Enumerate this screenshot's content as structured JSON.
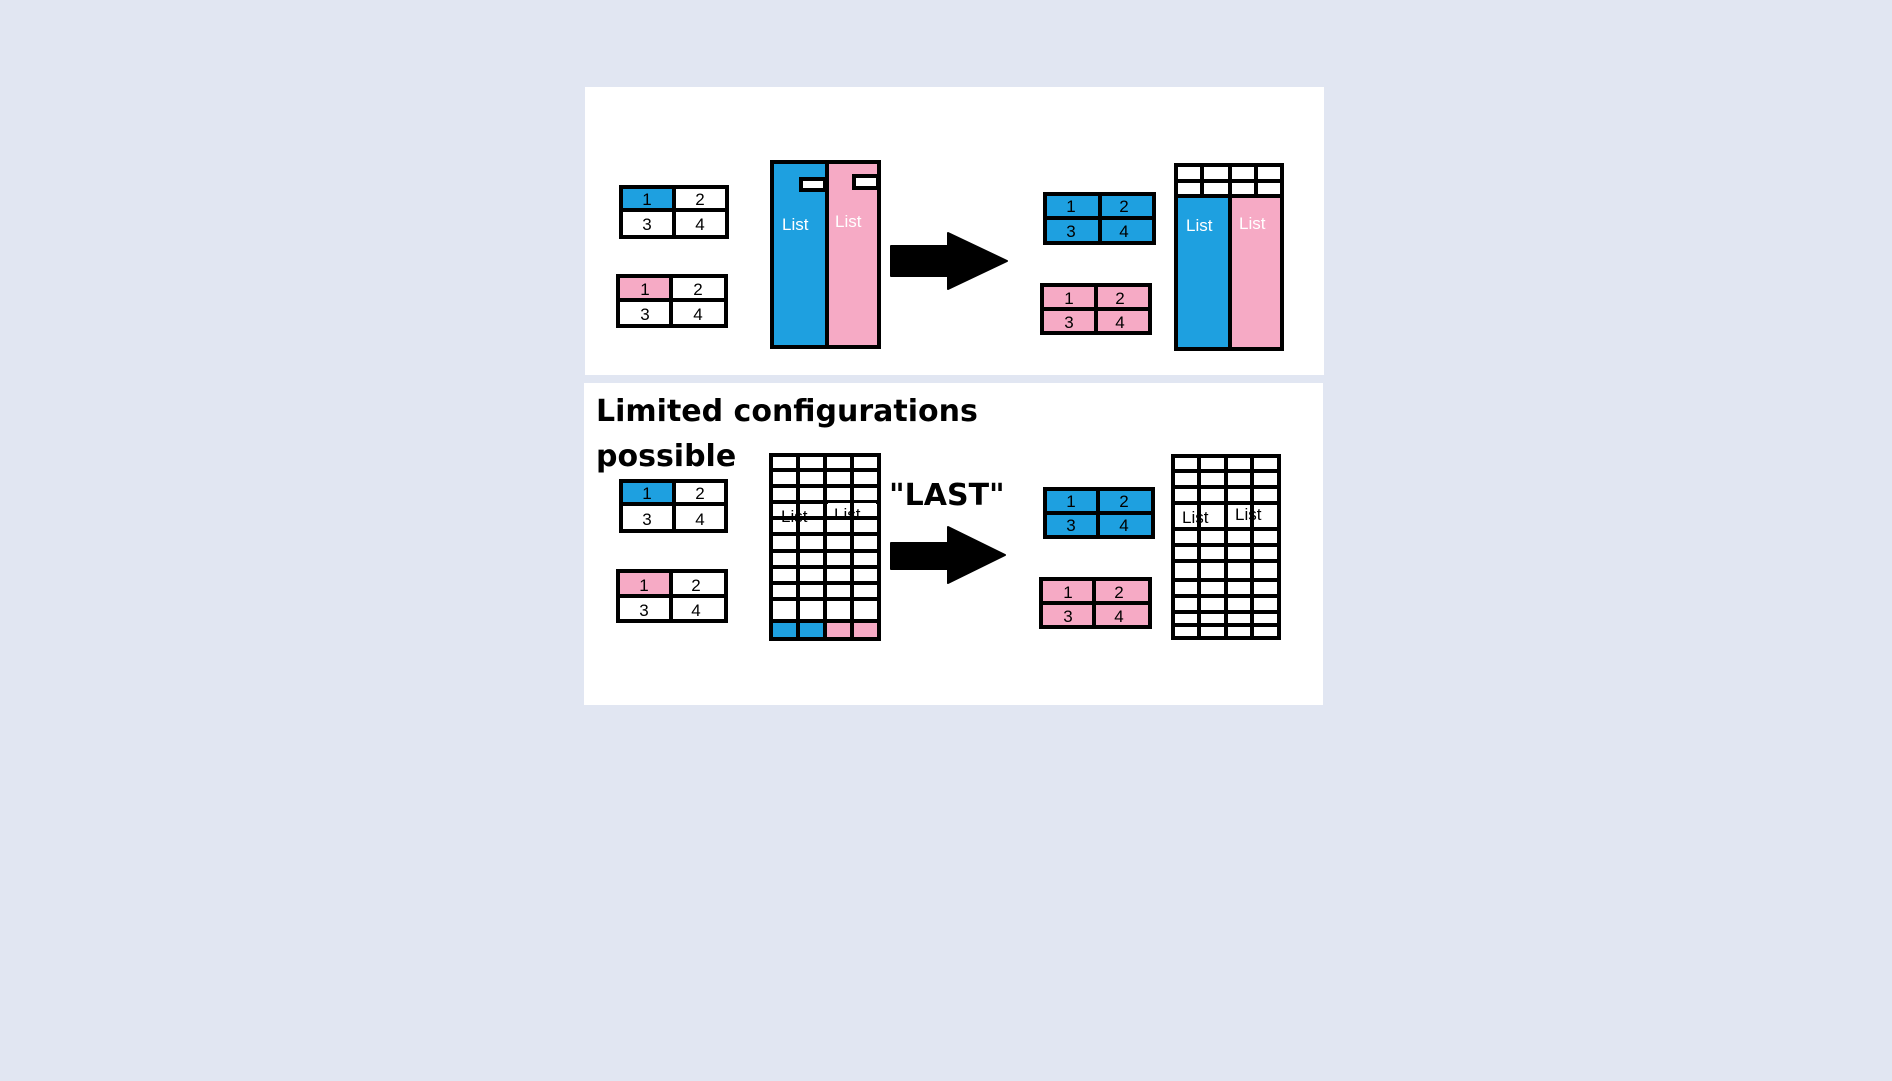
{
  "colors": {
    "background": "#e1e6f2",
    "panel": "#ffffff",
    "blue": "#1ea0e0",
    "pink": "#f6aac5",
    "stroke": "#000000"
  },
  "icons": {
    "arrow": "right-arrow-icon"
  },
  "top": {
    "grid_labels": [
      "1",
      "2",
      "3",
      "4"
    ],
    "list_label": "List"
  },
  "bottom": {
    "heading_line1": "Limited configurations",
    "heading_line2": "possible",
    "grid_labels": [
      "1",
      "2",
      "3",
      "4"
    ],
    "list_label": "List",
    "arrow_label": "\"LAST\""
  }
}
